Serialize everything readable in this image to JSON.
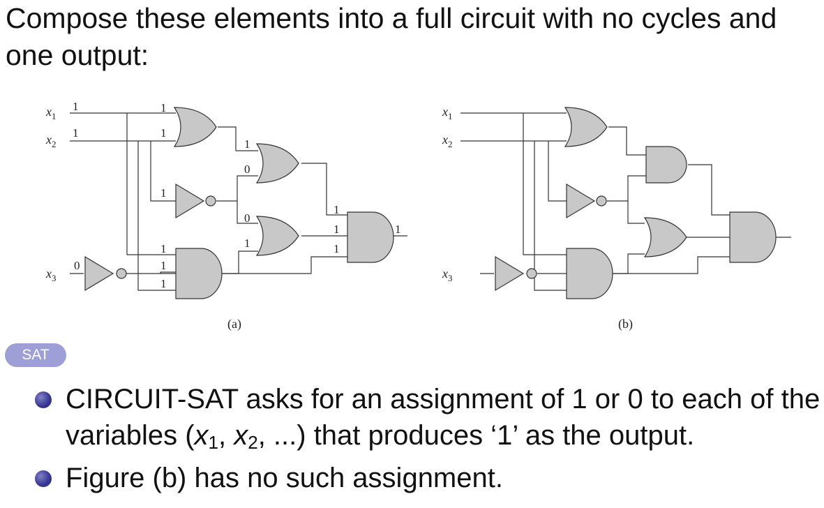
{
  "title": "Compose these elements into a full circuit with no cycles and one output:",
  "figure": {
    "caption_a": "(a)",
    "caption_b": "(b)",
    "input_labels": {
      "x1": {
        "base": "x",
        "sub": "1"
      },
      "x2": {
        "base": "x",
        "sub": "2"
      },
      "x3": {
        "base": "x",
        "sub": "3"
      }
    },
    "values_a": {
      "x1_in": "1",
      "x2_in": "1",
      "x3_in": "0",
      "or1_a": "1",
      "or1_b": "1",
      "not_in": "1",
      "and1_a": "1",
      "and1_b": "1",
      "and1_c": "1",
      "or2_a": "1",
      "or2_b": "0",
      "or3_a": "0",
      "or3_b": "1",
      "and2_a": "1",
      "and2_b": "1",
      "and2_c": "1",
      "output": "1"
    },
    "gate_color": "#c8c8c8"
  },
  "tag": "SAT",
  "bullets": {
    "b1_part1": "CIRCUIT-SAT asks for an assignment of 1 or 0 to each of the variables (",
    "b1_x1": "x",
    "b1_x1_sub": "1",
    "b1_sep1": ", ",
    "b1_x2": "x",
    "b1_x2_sub": "2",
    "b1_part2": ", ...) that produces ‘1’ as the output.",
    "b2": "Figure (b) has no such assignment."
  },
  "colors": {
    "tag_bg": "#9f9fd8",
    "bullet": "#3a3a96"
  }
}
